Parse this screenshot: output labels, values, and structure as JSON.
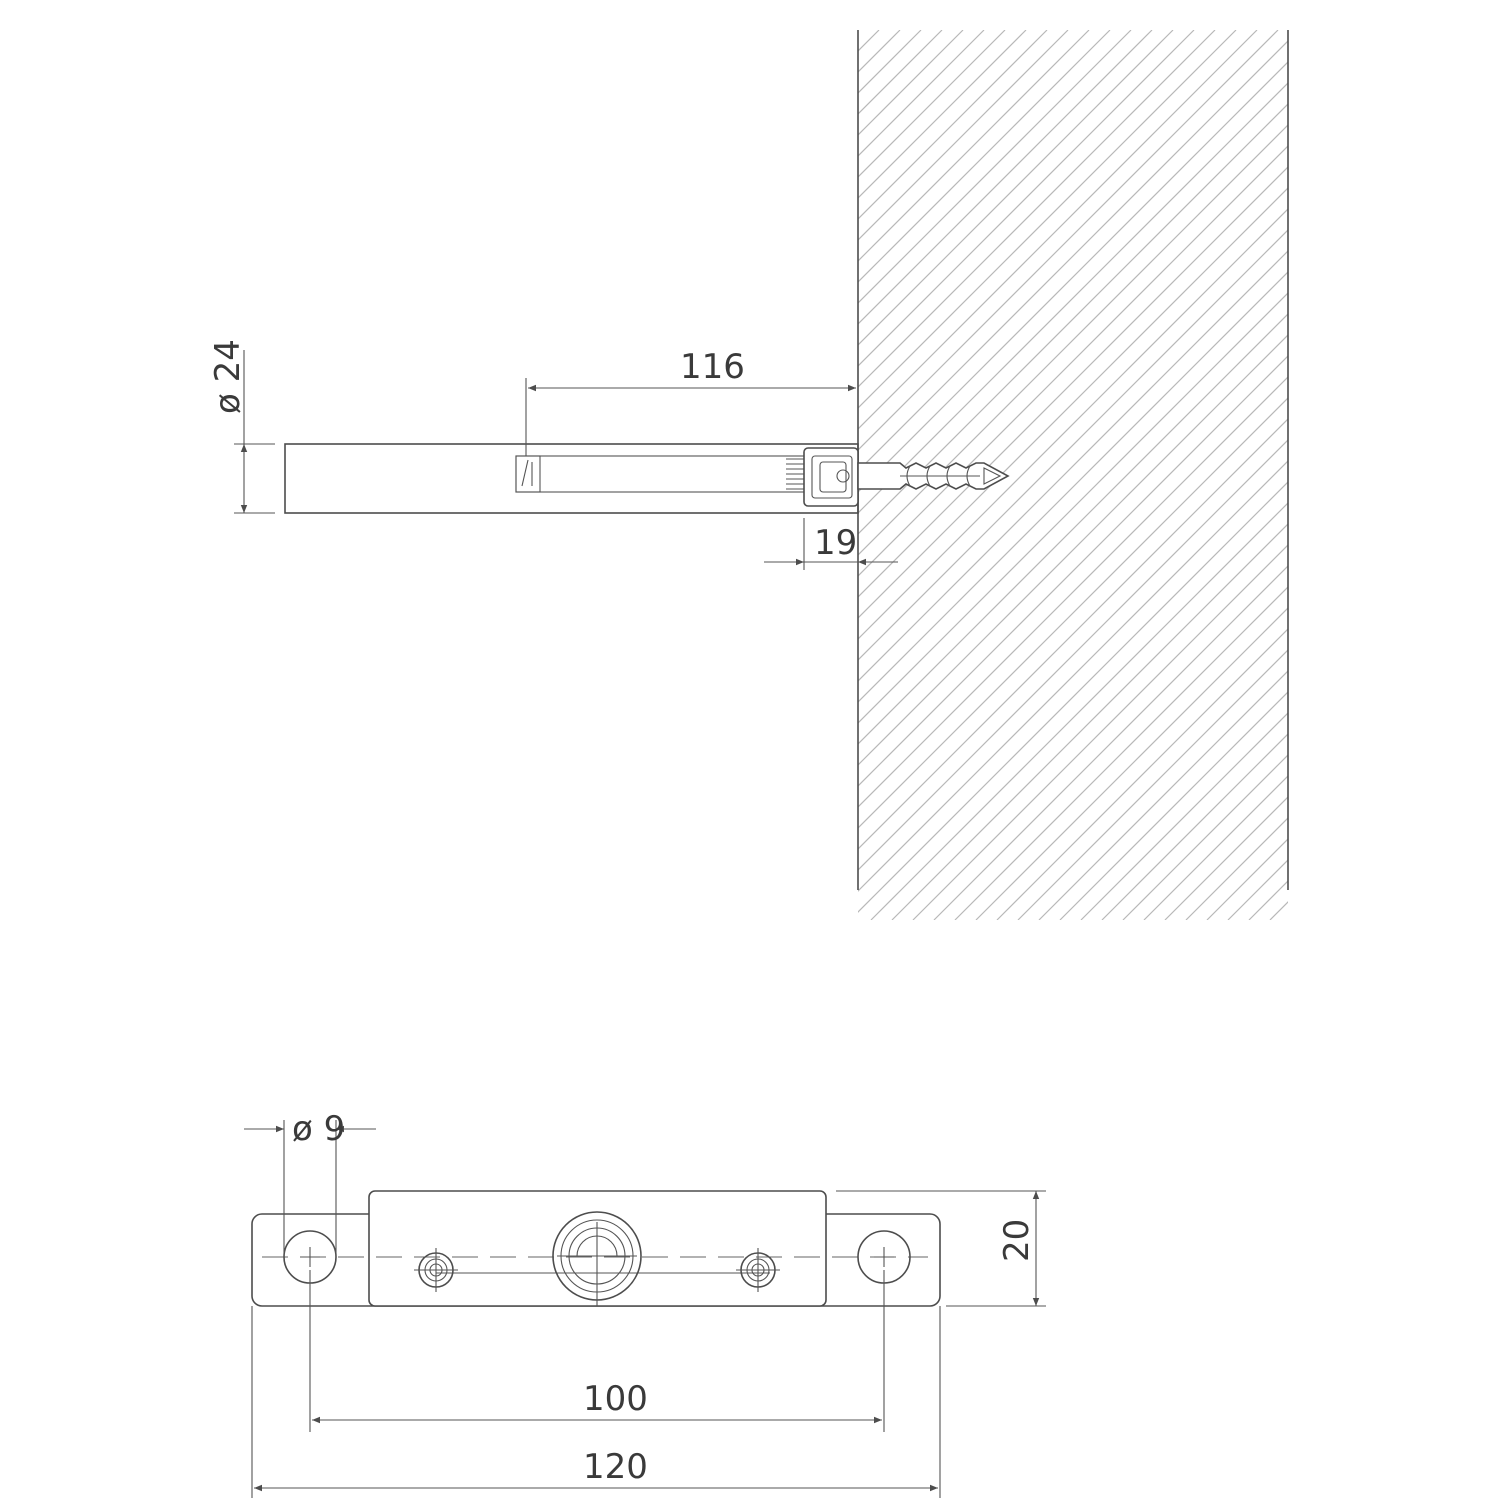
{
  "dimensions": {
    "diameter_24": "ø 24",
    "length_116": "116",
    "depth_19": "19",
    "diameter_9": "ø 9",
    "height_20": "20",
    "spacing_100": "100",
    "length_120": "120"
  },
  "colors": {
    "line": "#4d4d4d",
    "hatch": "#b8b8b8",
    "background": "#ffffff"
  }
}
